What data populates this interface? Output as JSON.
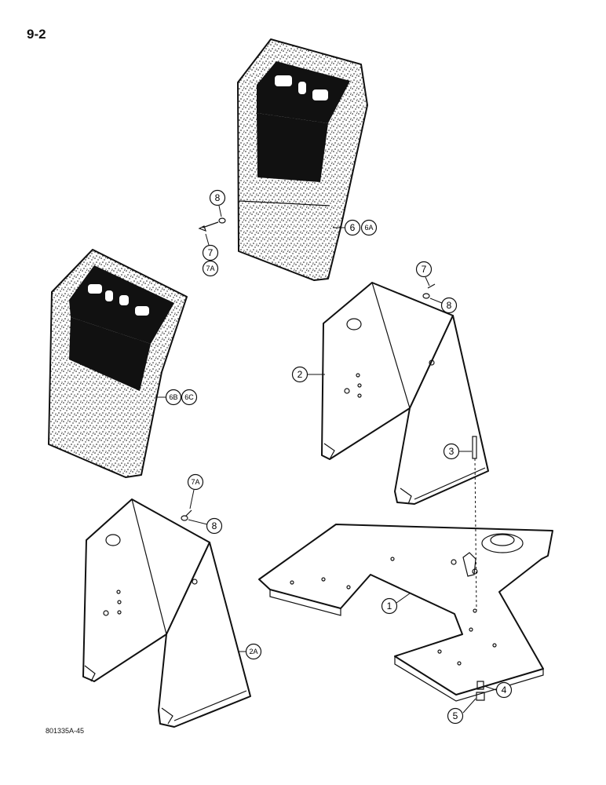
{
  "page": {
    "number": "9-2",
    "figure_code": "801335A-45"
  },
  "callouts": {
    "c1": "1",
    "c2": "2",
    "c2a": "2A",
    "c3": "3",
    "c4": "4",
    "c5": "5",
    "c6": "6",
    "c6a": "6A",
    "c6b": "6B",
    "c6c": "6C",
    "c7": "7",
    "c7a": "7A",
    "c8": "8"
  }
}
